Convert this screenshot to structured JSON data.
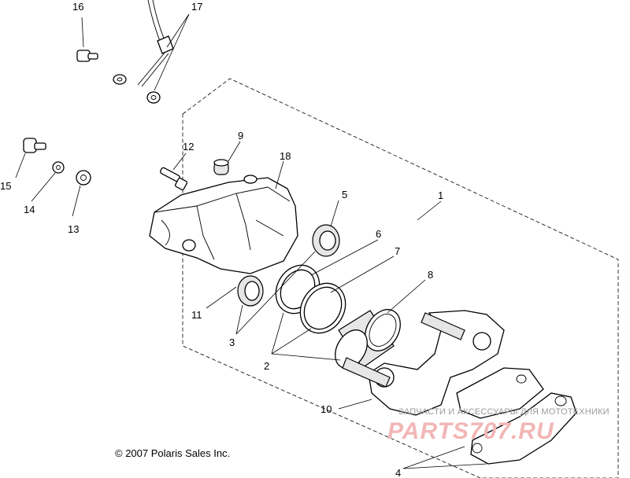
{
  "callouts": {
    "c1": "1",
    "c2": "2",
    "c3": "3",
    "c4": "4",
    "c5": "5",
    "c6": "6",
    "c7": "7",
    "c8": "8",
    "c9": "9",
    "c10": "10",
    "c11": "11",
    "c12": "12",
    "c13": "13",
    "c14": "14",
    "c15": "15",
    "c16": "16",
    "c17": "17",
    "c18": "18"
  },
  "copyright": "© 2007 Polaris Sales Inc.",
  "watermark": {
    "top": "ЗАПЧАСТИ И АКСЕССУАРЫ ДЛЯ МОТОТЕХНИКИ",
    "brand": "PARTS707.RU",
    "color": "#f2b6b6"
  }
}
